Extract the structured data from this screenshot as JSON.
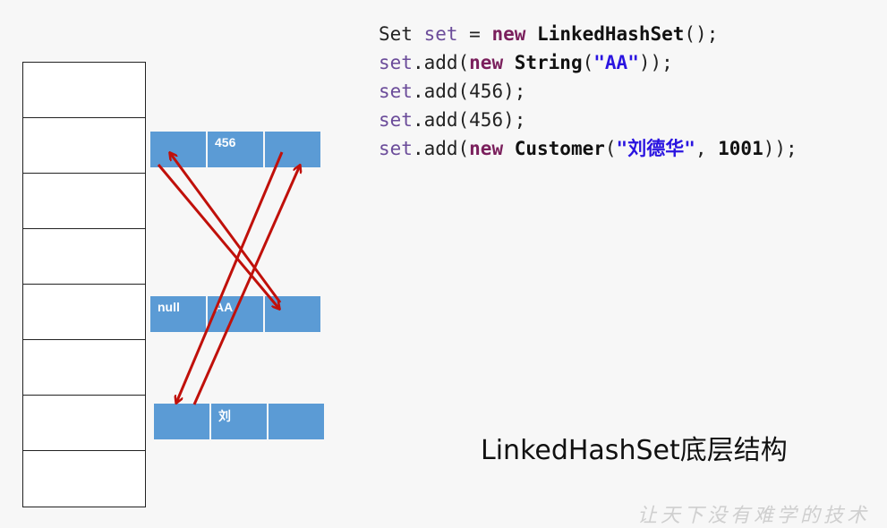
{
  "code_lines": [
    [
      {
        "t": "Set ",
        "c": "plain"
      },
      {
        "t": "set",
        "c": "var"
      },
      {
        "t": " = ",
        "c": "plain"
      },
      {
        "t": "new",
        "c": "kw"
      },
      {
        "t": " LinkedHashSet",
        "c": "cls"
      },
      {
        "t": "();",
        "c": "plain"
      }
    ],
    [
      {
        "t": "set",
        "c": "var"
      },
      {
        "t": ".add(",
        "c": "plain"
      },
      {
        "t": "new",
        "c": "kw"
      },
      {
        "t": " String",
        "c": "cls"
      },
      {
        "t": "(",
        "c": "plain"
      },
      {
        "t": "\"AA\"",
        "c": "str"
      },
      {
        "t": "));",
        "c": "plain"
      }
    ],
    [
      {
        "t": "set",
        "c": "var"
      },
      {
        "t": ".add(456);",
        "c": "plain"
      }
    ],
    [
      {
        "t": "set",
        "c": "var"
      },
      {
        "t": ".add(456);",
        "c": "plain"
      }
    ],
    [
      {
        "t": "set",
        "c": "var"
      },
      {
        "t": ".add(",
        "c": "plain"
      },
      {
        "t": "new",
        "c": "kw"
      },
      {
        "t": " Customer",
        "c": "cls"
      },
      {
        "t": "(",
        "c": "plain"
      },
      {
        "t": "\"刘德华\"",
        "c": "str"
      },
      {
        "t": ", ",
        "c": "plain"
      },
      {
        "t": "1001",
        "c": "num"
      },
      {
        "t": "));",
        "c": "plain"
      }
    ]
  ],
  "nodes": {
    "node1": [
      "",
      "456",
      ""
    ],
    "node2": [
      "null",
      "AA",
      ""
    ],
    "node3": [
      "",
      "刘",
      ""
    ]
  },
  "caption": "LinkedHashSet底层结构",
  "watermark": "让天下没有难学的技术",
  "colors": {
    "node_fill": "#5b9bd5",
    "arrow": "#c0100a",
    "string_literal": "#2a14e0"
  }
}
